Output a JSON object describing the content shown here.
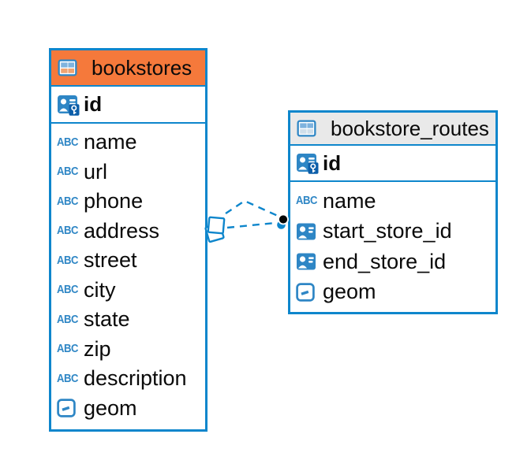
{
  "app": {
    "view": "er-diagram",
    "canvas_background": "#ffffff"
  },
  "colors": {
    "line_blue": "#0e86cc",
    "icon_blue": "#2e86c5",
    "icon_badge_blue": "#0c5ea9",
    "orange_header": "#f5793b",
    "gray_header": "#e9e9e9",
    "text": "#0a0a0a",
    "marker_black": "#050505"
  },
  "icons": {
    "text_type_label": "ABC",
    "table_icon": "table-grid",
    "primary_key_icon": "person-card-with-key",
    "reference_icon": "person-card",
    "geometry_icon": "rounded-square-dash"
  },
  "tables": [
    {
      "name": "bookstores",
      "header_style": "orange",
      "header_color": "#f5793b",
      "primary_key": {
        "name": "id",
        "type": "primary-key"
      },
      "columns": [
        {
          "name": "name",
          "type": "text"
        },
        {
          "name": "url",
          "type": "text"
        },
        {
          "name": "phone",
          "type": "text"
        },
        {
          "name": "address",
          "type": "text"
        },
        {
          "name": "street",
          "type": "text"
        },
        {
          "name": "city",
          "type": "text"
        },
        {
          "name": "state",
          "type": "text"
        },
        {
          "name": "zip",
          "type": "text"
        },
        {
          "name": "description",
          "type": "text"
        },
        {
          "name": "geom",
          "type": "geometry"
        }
      ]
    },
    {
      "name": "bookstore_routes",
      "header_style": "gray",
      "header_color": "#e9e9e9",
      "primary_key": {
        "name": "id",
        "type": "primary-key"
      },
      "columns": [
        {
          "name": "name",
          "type": "text"
        },
        {
          "name": "start_store_id",
          "type": "reference"
        },
        {
          "name": "end_store_id",
          "type": "reference"
        },
        {
          "name": "geom",
          "type": "geometry"
        }
      ]
    }
  ],
  "relationships": [
    {
      "between": [
        "bookstores",
        "bookstore_routes"
      ],
      "style": "dashed",
      "line_count": 2,
      "left_marker": "stacked-diamond-squares",
      "right_marker": "black-dot-over-blue-dot"
    }
  ]
}
